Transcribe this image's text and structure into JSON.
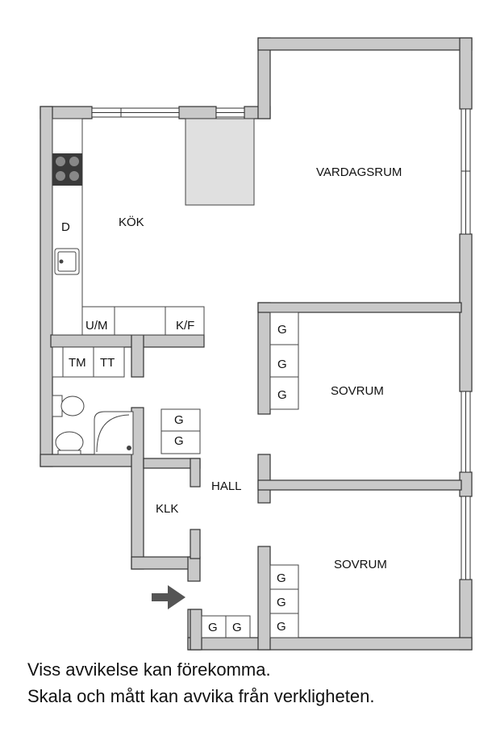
{
  "rooms": {
    "vardagsrum": "VARDAGSRUM",
    "kok": "KÖK",
    "sovrum_1": "SOVRUM",
    "sovrum_2": "SOVRUM",
    "hall": "HALL",
    "klk": "KLK"
  },
  "fixtures": {
    "dishwasher": "D",
    "microwave_oven": "U/M",
    "fridge_freezer": "K/F",
    "washing_machine": "TM",
    "tumble_dryer": "TT",
    "wardrobe": "G"
  },
  "disclaimer": {
    "line1": "Viss avvikelse kan förekomma.",
    "line2": "Skala och mått kan avvika från verkligheten."
  }
}
